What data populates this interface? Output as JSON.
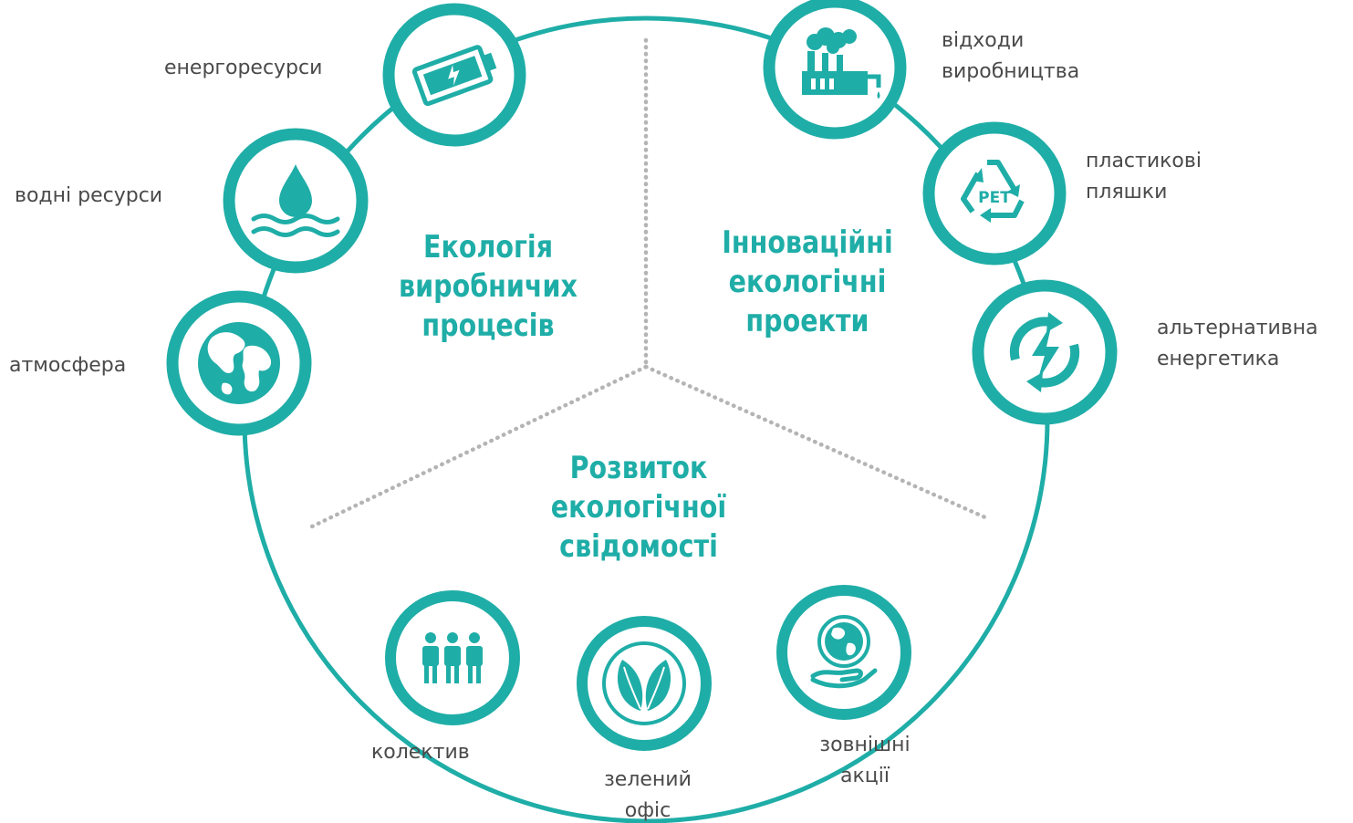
{
  "colors": {
    "accent": "#1fada7",
    "label_text": "#4a4a4a",
    "divider": "#b4b4b4"
  },
  "sectors": {
    "production": [
      "Екологія",
      "виробничих",
      "процесів"
    ],
    "innovation": [
      "Інноваційні",
      "екологічні",
      "проекти"
    ],
    "awareness": [
      "Розвиток",
      "екологічної",
      "свідомості"
    ]
  },
  "nodes": {
    "energy": {
      "icon": "battery-icon",
      "label": [
        "енергоресурси"
      ]
    },
    "water": {
      "icon": "water-drop-icon",
      "label": [
        "водні ресурси"
      ]
    },
    "atmosphere": {
      "icon": "globe-icon",
      "label": [
        "атмосфера"
      ]
    },
    "waste": {
      "icon": "factory-icon",
      "label": [
        "відходи",
        "виробництва"
      ]
    },
    "plastic": {
      "icon": "recycle-pet-icon",
      "label": [
        "пластикові",
        "пляшки"
      ],
      "icon_text": "PET"
    },
    "alt_energy": {
      "icon": "renewable-energy-icon",
      "label": [
        "альтернативна",
        "енергетика"
      ]
    },
    "team": {
      "icon": "people-icon",
      "label": [
        "колектив"
      ]
    },
    "green_office": {
      "icon": "leaves-icon",
      "label": [
        "зелений",
        "офіс"
      ]
    },
    "external": {
      "icon": "globe-in-hand-icon",
      "label": [
        "зовнішні",
        "акції"
      ]
    }
  }
}
